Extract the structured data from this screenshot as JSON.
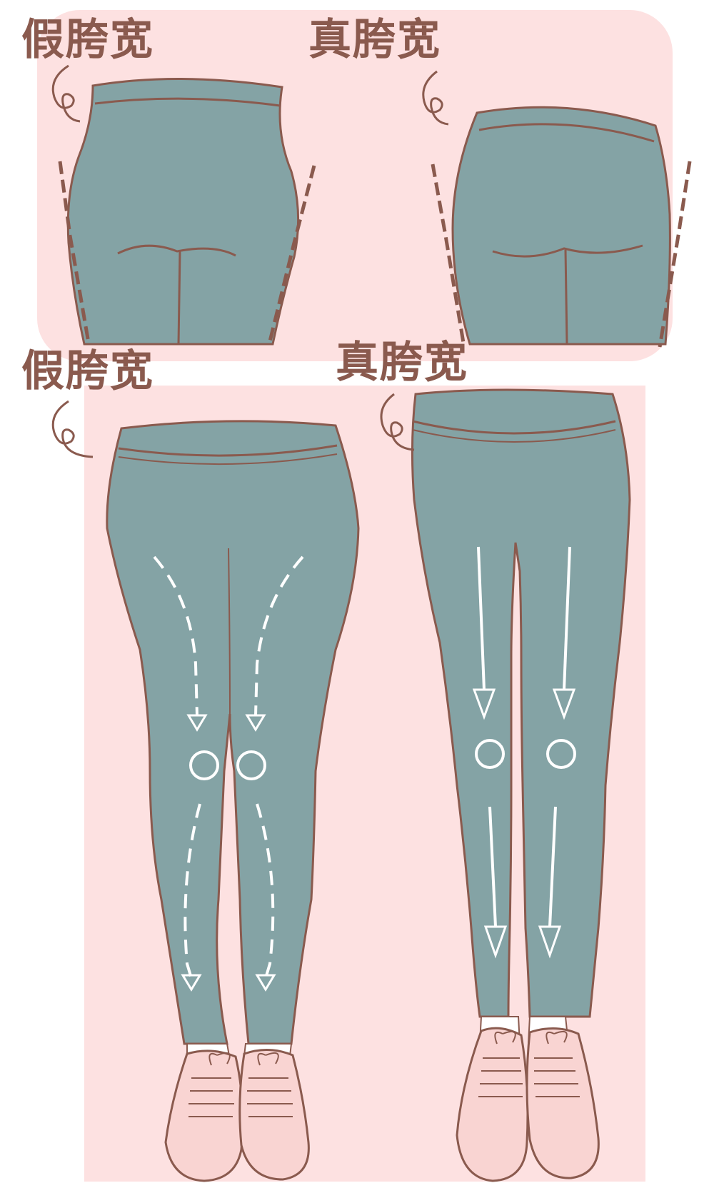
{
  "labels": {
    "top_left": "假胯宽",
    "top_right": "真胯宽",
    "bottom_left": "假胯宽",
    "bottom_right": "真胯宽"
  },
  "colors": {
    "panel_bg": "#fde1e1",
    "garment_fill": "#84a3a5",
    "outline": "#8a5a4e",
    "white_mark": "#ffffff",
    "shoe_fill": "#f9d4d2",
    "label_text": "#8a5a4e"
  },
  "icons": {
    "fake_hip_marker": "dashed-side-line",
    "true_hip_marker": "dashed-side-line",
    "fake_leg_flow": "curved-dashed-arrow",
    "true_leg_flow": "straight-solid-arrow",
    "knee_marker": "circle"
  }
}
